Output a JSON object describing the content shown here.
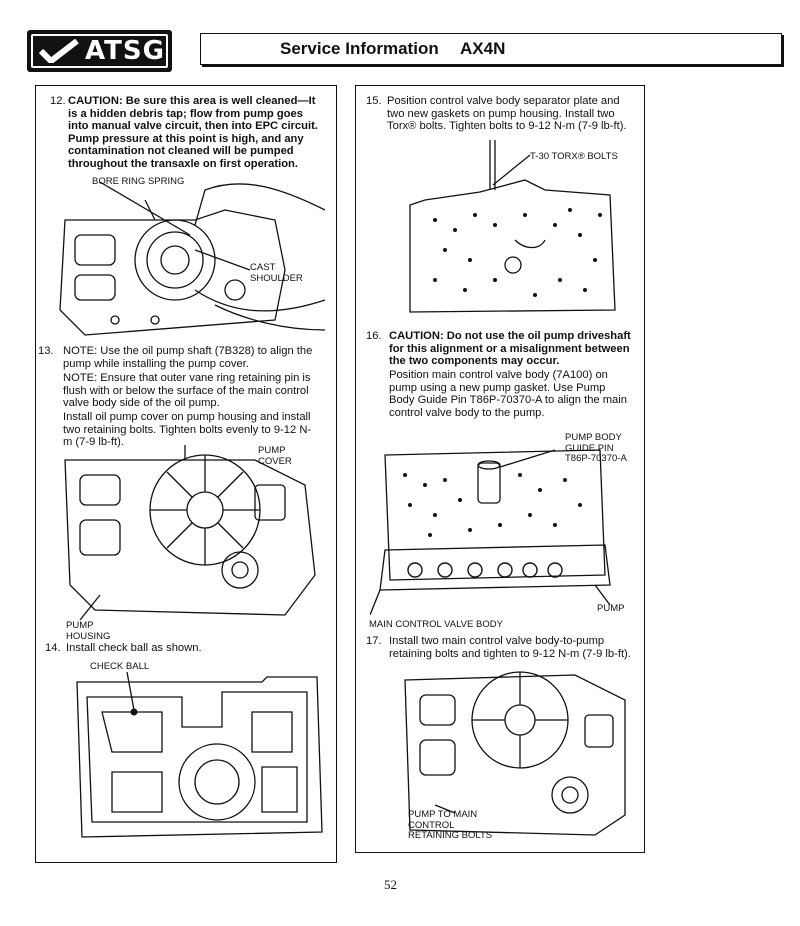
{
  "header": {
    "brand": "ATSG",
    "title": "Service Information",
    "model": "AX4N"
  },
  "steps": [
    {
      "num": "12.",
      "caution": "CAUTION: Be sure this area is well cleaned—It is a hidden debris tap; flow from pump goes into manual valve circuit, then into EPC circuit. Pump pressure at this point is high, and any contamination not cleaned will be pumped throughout the transaxle on first operation."
    },
    {
      "num": "13.",
      "text1": "NOTE: Use the oil pump shaft (7B328) to align the pump while installing the pump cover.",
      "text2": "NOTE: Ensure that outer vane ring retaining pin is flush with or below the surface of the main control valve body side of the oil pump.",
      "text3": "Install oil pump cover on pump housing and install two retaining bolts. Tighten bolts evenly to 9-12 N-m (7-9 lb-ft)."
    },
    {
      "num": "14.",
      "text": "Install check ball as shown."
    },
    {
      "num": "15.",
      "text": "Position control valve body separator plate and two new gaskets on pump housing. Install two Torx® bolts. Tighten bolts to 9-12 N-m (7-9 lb-ft)."
    },
    {
      "num": "16.",
      "caution": "CAUTION: Do not use the oil pump driveshaft for this alignment or a misalignment between the two components may occur.",
      "text": "Position main control valve body (7A100) on pump using a new pump gasket. Use Pump Body Guide Pin T86P-70370-A to align the main control valve body to the pump."
    },
    {
      "num": "17.",
      "text": "Install two main control valve body-to-pump retaining bolts and tighten to 9-12 N-m (7-9 lb-ft)."
    }
  ],
  "labels": {
    "bore_ring_spring": "BORE RING SPRING",
    "cast_shoulder": "CAST SHOULDER",
    "pump_cover": "PUMP COVER",
    "pump_housing": "PUMP HOUSING",
    "check_ball": "CHECK BALL",
    "torx_bolts": "T-30 TORX® BOLTS",
    "pump_body_guide_pin": "PUMP BODY GUIDE PIN T86P-70370-A",
    "pump": "PUMP",
    "main_control_valve_body": "MAIN CONTROL VALVE BODY",
    "pump_to_main_control": "PUMP TO MAIN CONTROL RETAINING BOLTS"
  },
  "page_number": "52"
}
